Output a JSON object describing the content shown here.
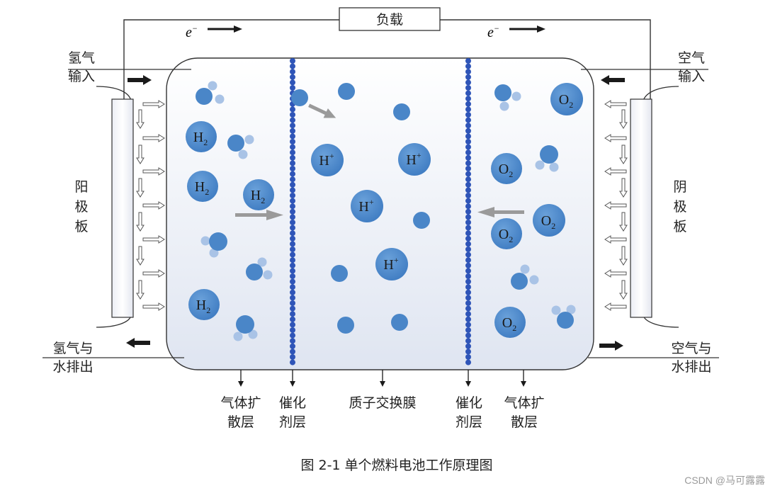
{
  "load_label": "负载",
  "electron": {
    "symbol": "e",
    "sup": "−"
  },
  "left_inputs": {
    "line1": "氢气",
    "line2": "输入"
  },
  "right_inputs": {
    "line1": "空气",
    "line2": "输入"
  },
  "anode_plate": [
    "阳",
    "极",
    "板"
  ],
  "cathode_plate": [
    "阴",
    "极",
    "板"
  ],
  "left_outlet": {
    "line1": "氢气与",
    "line2": "水排出"
  },
  "right_outlet": {
    "line1": "空气与",
    "line2": "水排出"
  },
  "h2": {
    "main": "H",
    "sub": "2"
  },
  "o2": {
    "main": "O",
    "sub": "2"
  },
  "hplus": {
    "main": "H",
    "sup": "+"
  },
  "bottom_labels": {
    "gdl_left": {
      "line1": "气体扩",
      "line2": "散层"
    },
    "cat_left": {
      "line1": "催化",
      "line2": "剂层"
    },
    "membrane": "质子交换膜",
    "cat_right": {
      "line1": "催化",
      "line2": "剂层"
    },
    "gdl_right": {
      "line1": "气体扩",
      "line2": "散层"
    }
  },
  "caption": "图 2-1  单个燃料电池工作原理图",
  "watermark": "CSDN @马可露露",
  "colors": {
    "particle": "#4a86c8",
    "dot": "#2f55b8",
    "light": "#a9c3e6",
    "arrow": "#9a9a9a"
  }
}
